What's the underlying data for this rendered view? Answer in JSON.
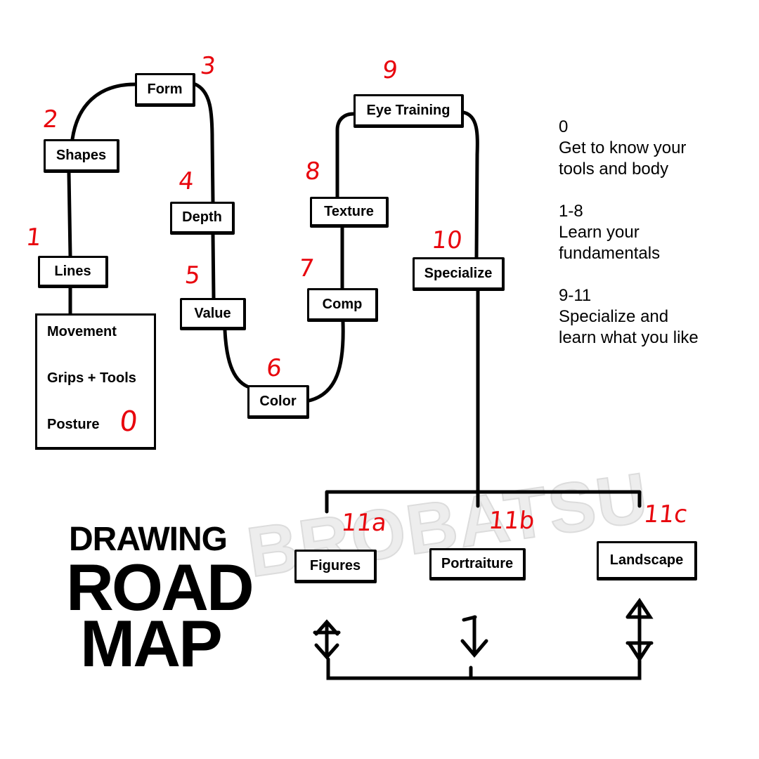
{
  "title": {
    "line1": "DRAWING",
    "line2": "ROAD",
    "line3": "MAP"
  },
  "watermark": "BROBATSU",
  "nodes": {
    "lines": "Lines",
    "shapes": "Shapes",
    "form": "Form",
    "depth": "Depth",
    "value": "Value",
    "color": "Color",
    "comp": "Comp",
    "texture": "Texture",
    "eye_training": "Eye Training",
    "specialize": "Specialize",
    "figures": "Figures",
    "portraiture": "Portraiture",
    "landscape": "Landscape"
  },
  "pre_box": {
    "items": [
      "Movement",
      "Grips + Tools",
      "Posture"
    ],
    "number": "0"
  },
  "numbers": {
    "n1": "1",
    "n2": "2",
    "n3": "3",
    "n4": "4",
    "n5": "5",
    "n6": "6",
    "n7": "7",
    "n8": "8",
    "n9": "9",
    "n10": "10",
    "n11a": "11a",
    "n11b": "11b",
    "n11c": "11c"
  },
  "legend": [
    {
      "range": "0",
      "text1": "Get to know your",
      "text2": "tools and body"
    },
    {
      "range": "1-8",
      "text1": "Learn your",
      "text2": "fundamentals"
    },
    {
      "range": "9-11",
      "text1": "Specialize and",
      "text2": "learn what you like"
    }
  ],
  "colors": {
    "ink": "#000000",
    "accent": "#e8050d"
  }
}
